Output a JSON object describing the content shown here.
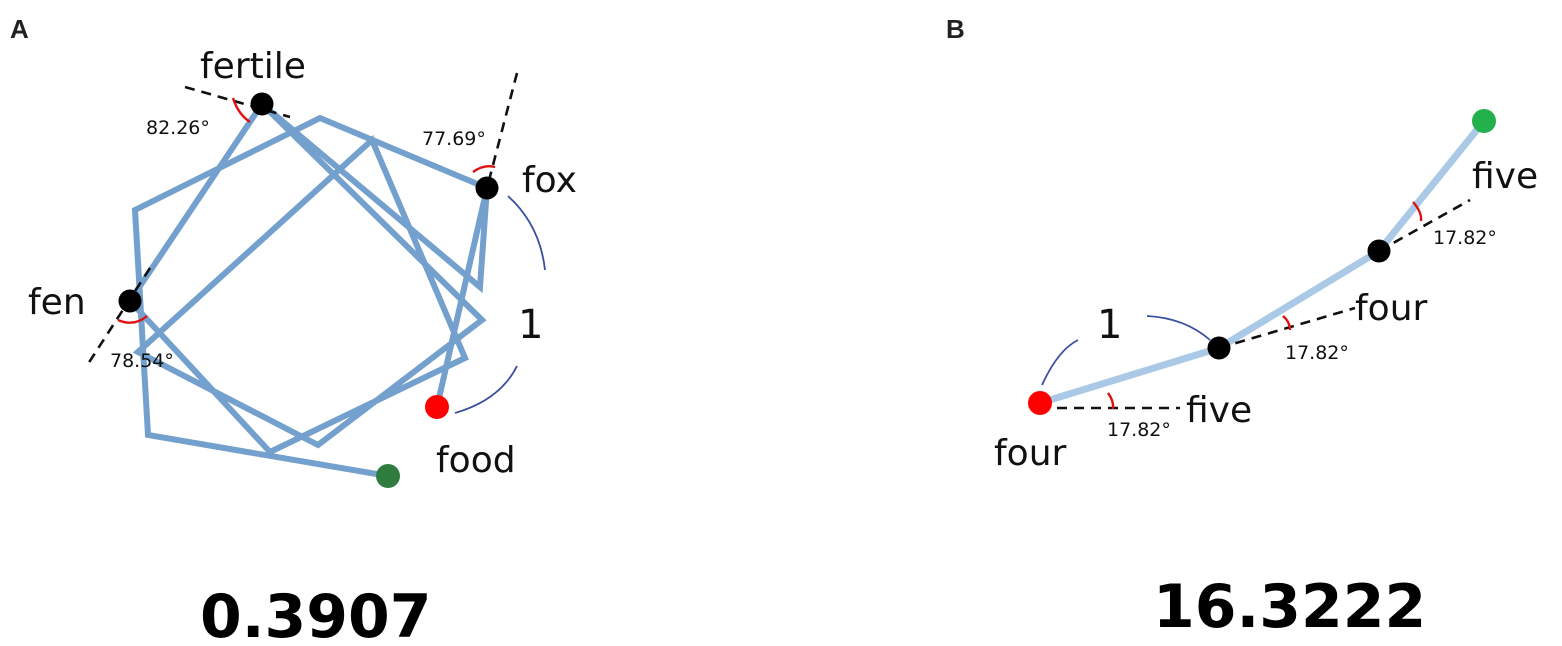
{
  "colors": {
    "trajectory_a": "#5b8fc4",
    "trajectory_b": "#a9c9e6",
    "node": "#000000",
    "start": "#ff0000",
    "end_a": "#2e7d3e",
    "end_b": "#22b14c",
    "angle_arc": "#e01010",
    "unit_arc": "#3a4fa0"
  },
  "panel_a": {
    "letter": "A",
    "labels": {
      "fertile": "fertile",
      "fox": "fox",
      "fen": "fen",
      "food": "food",
      "unit": "1"
    },
    "angles": {
      "fertile": "82.26°",
      "fox": "77.69°",
      "fen": "78.54°"
    },
    "score": "0.3907"
  },
  "panel_b": {
    "letter": "B",
    "labels": {
      "four_start": "four",
      "five_1": "five",
      "four_mid": "four",
      "five_end": "five",
      "unit": "1"
    },
    "angles": {
      "a1": "17.82°",
      "a2": "17.82°",
      "a3": "17.82°"
    },
    "score": "16.3222"
  }
}
